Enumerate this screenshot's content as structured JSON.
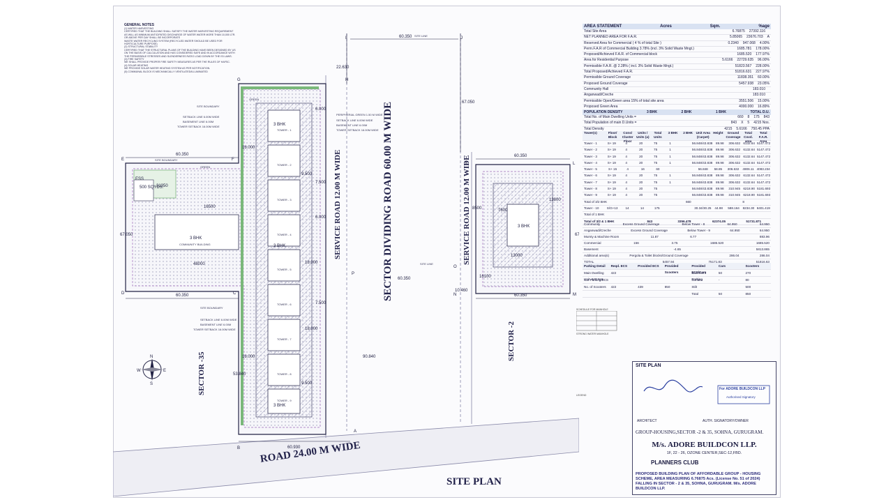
{
  "notes": {
    "title": "GENERAL NOTES",
    "items": [
      "(1) WATER HARVESTING",
      "CERTIFIED THAT THE BUILDING SHALL SATISFY THE WATER HARVESTING REQUIREMENT AS WILL AS MINIMUM ANTICIPATED DISCHARGE OF WATER WATER MORE THAN 10,000 LTR. OR ABOVE PER DAY SHALL BE INCORPORATE",
      "WASTE WATER RECYCLING SYSTEM (RECYCLED WATER SHOULD BE USED FOR HORTICULTURE PURPOSE)",
      "(2) STRUCTURAL STABILITY",
      "CERTIFIED THAT THE STRUCTURAL PLANS OF THE BUILDING HAVE BEEN DESIGNED BY US ON THE BASIS OF CALCULATION AND HAS CONSIDERED SAFE AND IN ACCORDANCE WITH THE PERMISSIBLE STRESSES AND SLENDERNESS RATIO LOAD DOWN BY THE ISI LAWS.",
      "(3) FIRE SAFETY",
      "WE SHALL PROVIDE PROPER FIRE SAFETY MEASURES AS PER THE RULES OF HAFSC.",
      "(4) SOLAR HEATING",
      "WE PROVIDE SOLAR WATER HEATING SYSTEM AS PER NOTIFICATION.",
      "(5) COMMUNAL BLOCK IS MECHANICALLY VENTILATED/ILLUMINATED"
    ]
  },
  "plan": {
    "road_main": "ROAD 24.00 M WIDE",
    "road_sector": "SECTOR DIVIDING ROAD 60.00 M WIDE",
    "service_road": "SERVICE ROAD 12.00 M WIDE",
    "sector_left": "SECTOR -35",
    "sector_right": "SECTOR -2",
    "site_plan_caption": "SITE PLAN",
    "site_boundary": "SITE BOUNDARY",
    "site_line": "SITE LINE",
    "green": "GREEN",
    "green_belt": "PERIPHERIAL GREEN 1.50 M WIDE",
    "setback_line": "SETBACK LINE 6.00M WIDE",
    "basement_line": "BASEMENT LINE 6.00M",
    "tower_setback": "TOWER SETBACK 16.00M WIDE",
    "bhk3": "3 BHK",
    "ess": "ESS",
    "ess_size": "500 SQYDS.",
    "community": "COMMUNITY BUILDING",
    "tower_prefix": "TOWER -",
    "towers_left": [
      "1",
      "2",
      "3",
      "4",
      "5",
      "6",
      "7",
      "8",
      "9"
    ],
    "dims": {
      "d60350": "60.350",
      "d60930": "60.930",
      "d67050": "67.050",
      "d22630": "22.630",
      "d16000": "16.000",
      "d6000": "6.000",
      "d7500": "7.500",
      "d9500": "9.500",
      "d18000": "18.000",
      "d53840": "53.840",
      "d90840": "90.840",
      "d10460": "10.460",
      "d13800": "13800",
      "d8500": "8500",
      "d7600": "7600",
      "d16100": "16100",
      "d13000": "13000",
      "d31350": "31350",
      "d16500": "16500",
      "d48000": "48000"
    },
    "points": [
      "A",
      "B",
      "C",
      "D",
      "E",
      "F",
      "G",
      "H",
      "I",
      "J",
      "K",
      "L",
      "M",
      "N",
      "O",
      "P"
    ],
    "compass": {
      "n": "N",
      "s": "S",
      "e": "E",
      "w": "W"
    }
  },
  "area": {
    "title": "AREA STATEMENT",
    "col_acres": "Acres",
    "col_sqm": "Sqm.",
    "col_note": "%age",
    "rows": [
      {
        "label": "Total Site Area",
        "a": "6.76875",
        "b": "27392.116",
        "c": ""
      },
      {
        "label": "NET PLANNED AREA FOR F.A.R.",
        "a": "5.85065",
        "b": "23676.703",
        "c": "A"
      },
      {
        "label": "Reserved Area for Commercial ( 4 % of total Site )",
        "a": "0.2340",
        "b": "947.068",
        "c": "4.00%"
      },
      {
        "label": "Perm.F.A.R of Commercial Building 3.78% (incl. 3% Solid Waste Mngt.)",
        "a": "",
        "b": "1685.781",
        "c": "178.00%"
      },
      {
        "label": "Proposed/Achieved F.A.R. of Commercial block",
        "a": "",
        "b": "1685.520",
        "c": "177.97%"
      },
      {
        "label": "Area for Residential Purpose",
        "a": "5.6166",
        "b": "22729.635",
        "c": "96.00%"
      },
      {
        "label": "Permissible F.A.R. @ 2.28% ( incl. 3% Solid Waste Mngt.)",
        "a": "",
        "b": "51823.567",
        "c": "228.00%"
      },
      {
        "label": "Total Proposed/Achieved F.A.R.",
        "a": "",
        "b": "51816.631",
        "c": "227.97%"
      },
      {
        "label": "Permissible Ground Coverage",
        "a": "",
        "b": "11838.351",
        "c": "60.00%"
      },
      {
        "label": "Proposed Ground Coverage",
        "a": "",
        "b": "5457.938",
        "c": "23.05%"
      },
      {
        "label": "Community Hall",
        "a": "",
        "b": "183.010",
        "c": ""
      },
      {
        "label": "Anganwadi/Creche",
        "a": "",
        "b": "183.010",
        "c": ""
      },
      {
        "label": "Permissible Open/Green area 15% of total site area",
        "a": "",
        "b": "3551.506",
        "c": "15.00%"
      },
      {
        "label": "Proposed Green Area",
        "a": "",
        "b": "4000.000",
        "c": "16.89%"
      }
    ]
  },
  "population": {
    "title": "POPULATION DENSITY",
    "h_3bhk": "3 BHK",
    "h_2bhk": "2 BHK",
    "h_1bhk": "1 BHK",
    "h_total": "TOTAL D.U.",
    "row1_label": "Total No. of Main Dwelling Units =",
    "row1": [
      "660",
      "8",
      "175",
      "843"
    ],
    "row2_label": "Total Population of main D.Units =",
    "row2": [
      "843",
      "X",
      "5",
      "4215 Nos."
    ],
    "density_label": "Total Density",
    "density": [
      "4215",
      "5.6166",
      "750.45 PPA"
    ]
  },
  "towers": {
    "headers": [
      "Tower(s)",
      "Floor/ Block",
      "Cons/ Cluster Floor",
      "Units / Units (a)",
      "Total Units",
      "3 BHK",
      "2 BHK",
      "Unit Area (Carpet)",
      "Height",
      "Ground Coverage",
      "Total Covd. area",
      "Total F.A.R. Area"
    ],
    "rows": [
      [
        "Tower - 1",
        "S+ 19",
        "4",
        "20",
        "75",
        "1",
        "",
        "56.848/43.838",
        "89.98",
        "306.632",
        "6132.64",
        "5147.472"
      ],
      [
        "Tower - 2",
        "S+ 19",
        "4",
        "20",
        "75",
        "1",
        "",
        "56.848/43.838",
        "89.98",
        "306.632",
        "6132.64",
        "5147.472"
      ],
      [
        "Tower - 3",
        "S+ 19",
        "4",
        "20",
        "75",
        "1",
        "",
        "56.848/43.838",
        "89.98",
        "306.632",
        "6132.64",
        "5147.472"
      ],
      [
        "Tower - 4",
        "S+ 19",
        "4",
        "20",
        "75",
        "1",
        "",
        "56.848/43.838",
        "89.98",
        "306.632",
        "6132.64",
        "5147.472"
      ],
      [
        "Tower - 5",
        "S+ 15",
        "4",
        "16",
        "60",
        "",
        "",
        "56.848",
        "58.85",
        "306.632",
        "4906.11",
        "4083.234"
      ],
      [
        "Tower - 6",
        "S+ 19",
        "4",
        "20",
        "75",
        "1",
        "",
        "56.848/43.838",
        "89.98",
        "306.632",
        "6132.64",
        "5147.472"
      ],
      [
        "Tower - 7",
        "S+ 19",
        "4",
        "20",
        "75",
        "1",
        "",
        "56.848/43.838",
        "89.98",
        "306.632",
        "6132.64",
        "5147.472"
      ],
      [
        "Tower - 8",
        "S+ 19",
        "4",
        "20",
        "75",
        "",
        "",
        "56.848/43.838",
        "89.98",
        "310.945",
        "6218.90",
        "5181.693"
      ],
      [
        "Tower - 9",
        "S+ 19",
        "4",
        "20",
        "75",
        "",
        "",
        "56.848/43.838",
        "89.98",
        "310.945",
        "6218.90",
        "5181.693"
      ]
    ],
    "total_32": "Total of 3/2 BHK",
    "total_32_vals": [
      "660",
      "8"
    ],
    "tower10": [
      "Tower - 10",
      "S/G+13",
      "14",
      "14",
      "175",
      "",
      "",
      "30.34/30.25",
      "44.98",
      "588.164",
      "8234.30",
      "6401.419"
    ],
    "total_1": "Total of 1 BHK",
    "total_321": "Total of 3/2 & 1 BHK",
    "total_321_vals": [
      "843",
      "3356.478",
      "62374.05",
      "51731.871"
    ]
  },
  "extras": [
    {
      "label": "Community",
      "mid": "Excess Ground Coverage",
      "note": "Below Tower - 8",
      "v1": "64.950",
      "v2": "64.950"
    },
    {
      "label": "Anganwadi/Creche",
      "mid": "Excess Ground Coverage",
      "note": "Below Tower - 9",
      "v1": "64.950",
      "v2": "64.950"
    },
    {
      "label": "Mumty & Machine Room",
      "mid": "11.87",
      "note": "6.77",
      "v1": "",
      "v2": "883.96"
    },
    {
      "label": "Commercial",
      "mid": "156",
      "note": "3.75",
      "v1": "1685.520",
      "v2": "1685.520"
    },
    {
      "label": "Basement",
      "mid": "",
      "note": "-4.65",
      "v1": "",
      "v2": "5813.865"
    },
    {
      "label": "Additional area(s)",
      "mid": "Pergola & Toilet blocks/Ground Coverage",
      "note": "",
      "v1": "286.04",
      "v2": "286.04"
    },
    {
      "label": "TOTAL",
      "mid": "",
      "note": "5457.94",
      "v1": "75171.83",
      "v2": "51816.63"
    }
  ],
  "parking": {
    "title": "Parking Detail",
    "h_req": "Reqd. ECS",
    "h_prov": "Provided ECS",
    "h_scooter": "Provided Scooters",
    "h_cars": "Provided ECS/Cars",
    "h_cars2": "Cars",
    "h_scoot2": "Scooters",
    "rows": [
      [
        "Main Dwelling Unit: 843 Nos.",
        "422",
        "",
        "",
        "Basement Parking",
        "50",
        "270"
      ],
      [
        "Car Parking/ECS",
        "",
        "",
        "",
        "Surface",
        "-",
        "80"
      ],
      [
        "No. of Scooters",
        "422",
        "439",
        "850",
        "Stilt",
        "",
        "500"
      ],
      [
        "",
        "",
        "",
        "",
        "Total",
        "50",
        "850"
      ]
    ]
  },
  "schedule": {
    "title": "SCHEDULE FOR MANHOLE",
    "legend": "LEGEND",
    "manhole": "STRONG WATER MANHOLE"
  },
  "title_block": {
    "site_plan": "SITE PLAN",
    "architect": "ARCHITECT",
    "owner": "AUTH. SIGNATORY/OWNER",
    "for_company": "For ADORE BUILDCON LLP",
    "auth": "Authorised Signatory",
    "project": "GROUP-HOUSING,SECTOR -2 & 35, SOHNA, GURUGRAM.",
    "company": "M/s. ADORE BUILDCON LLP.",
    "address": "1F, 22 - 26, OZONE CENTER,SEC-12,FBD.",
    "planners": "PLANNERS CLUB",
    "description": "PROPOSED BUILDING PLAN OF AFFORDABLE GROUP - HOUSING SCHEME, AREA MEASURING 6.76875 Acs. (License No. 51 of 2024) FALLING IN SECTOR - 2 & 35, SOHNA, GURUGRAM. M/s. ADORE BUILDCON LLP."
  },
  "colors": {
    "ink": "#22224a",
    "road": "#cfcfdc",
    "green": "#5aa05a",
    "hatch": "#8a8aa8",
    "header_bg": "#d9e2f2",
    "stamp": "#2a3fa0"
  }
}
